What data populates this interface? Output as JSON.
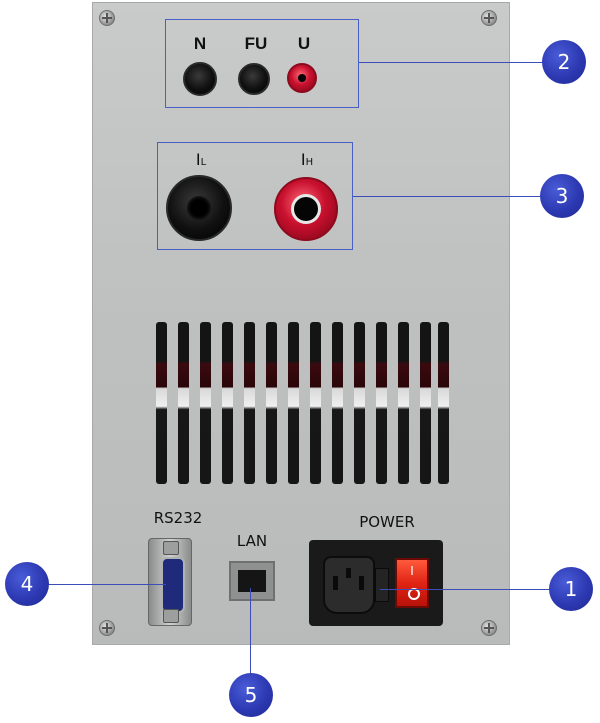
{
  "panel": {
    "top_labels": [
      "N",
      "FU",
      "U"
    ],
    "current_labels": {
      "il": "I",
      "il_sub": "L",
      "ih": "I",
      "ih_sub": "H"
    },
    "rs232_label": "RS232",
    "lan_label": "LAN",
    "power_label": "POWER",
    "switch_mark": "I"
  },
  "callouts": [
    "2",
    "3",
    "4",
    "5",
    "1"
  ],
  "colors": {
    "callout": "#2c39b2",
    "box": "#4a5ec8",
    "jack_red": "#c8102e",
    "jack_black": "#101010"
  }
}
